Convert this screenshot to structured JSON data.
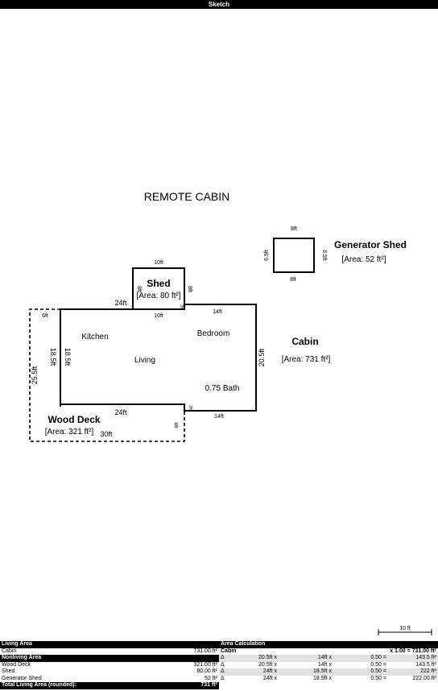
{
  "window": {
    "title": "Sketch"
  },
  "sketch": {
    "title": "REMOTE CABIN",
    "rooms": {
      "kitchen": "Kitchen",
      "living": "Living",
      "bedroom": "Bedroom",
      "bath": "0.75 Bath"
    },
    "areas": {
      "cabin": {
        "name": "Cabin",
        "area": "[Area: 731 ft²]"
      },
      "shed": {
        "name": "Shed",
        "area": "[Area: 80 ft²]"
      },
      "generator_shed": {
        "name": "Generator Shed",
        "area": "[Area: 52 ft²]"
      },
      "wood_deck": {
        "name": "Wood Deck",
        "area": "[Area: 321 ft²]"
      }
    },
    "dimensions": {
      "shed_top": "10ft",
      "shed_bottom": "10ft",
      "shed_left": "8ft",
      "shed_right": "8ft",
      "gen_top": "8ft",
      "gen_bottom": "8ft",
      "gen_left": "6.5ft",
      "gen_right": "6.5ft",
      "cabin_top_left": "24ft",
      "cabin_top_right": "14ft",
      "cabin_right": "20.5ft",
      "cabin_bottom_right": "14ft",
      "cabin_bottom_left": "24ft",
      "cabin_left": "18.5ft",
      "cabin_left_inner": "18.5ft",
      "cabin_step_top": "2ft",
      "cabin_step_bottom": "2ft",
      "deck_top": "6ft",
      "deck_left": "25.5ft",
      "deck_bottom": "30ft",
      "deck_right": "6ft"
    },
    "scale_label": "10 ft"
  },
  "living_area": {
    "header": "Living Area",
    "rows": [
      {
        "name": "Cabin",
        "value": "731.00 ft²"
      }
    ],
    "nonliving_header": "Nonliving Area",
    "nonliving_rows": [
      {
        "name": "Wood Deck",
        "value": "321.00 ft²"
      },
      {
        "name": "Shed",
        "value": "80.00 ft²"
      },
      {
        "name": "Generator Shed",
        "value": "52 ft²"
      }
    ],
    "total_label": "Total Living Area (rounded):",
    "total_value": "731 ft²"
  },
  "area_calculation": {
    "header": "Area Calculation",
    "section": "Cabin",
    "section_total": "x 1.00 = 731.00 ft²",
    "rows": [
      {
        "symbol": "Δ",
        "a": "20.5ft x",
        "b": "14ft x",
        "f": "0.50 =",
        "r": "143.5 ft²"
      },
      {
        "symbol": "Δ",
        "a": "20.5ft x",
        "b": "14ft x",
        "f": "0.50 =",
        "r": "143.5 ft²"
      },
      {
        "symbol": "Δ",
        "a": "24ft x",
        "b": "18.5ft x",
        "f": "0.50 =",
        "r": "222 ft²"
      },
      {
        "symbol": "Δ",
        "a": "24ft x",
        "b": "18.5ft x",
        "f": "0.50 =",
        "r": "222.00 ft²"
      }
    ]
  }
}
